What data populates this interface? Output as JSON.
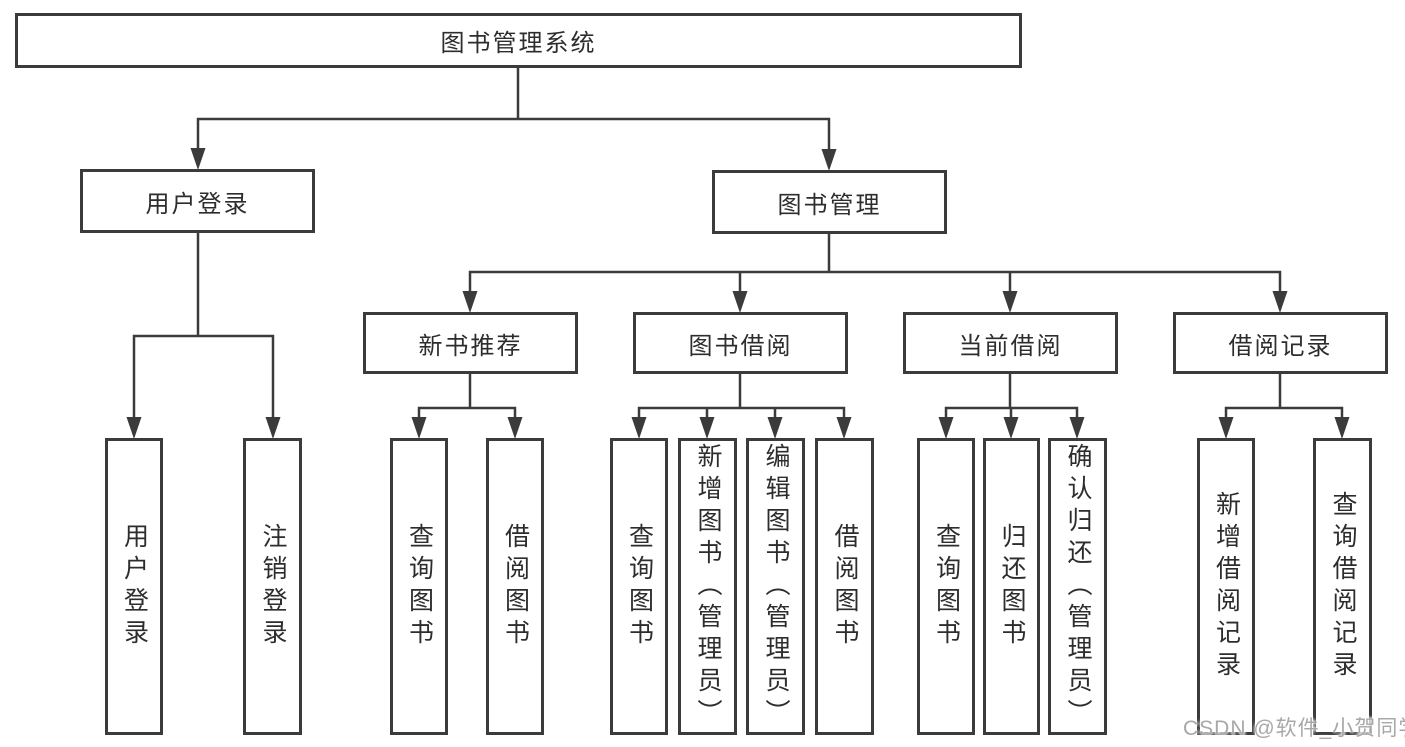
{
  "tree": {
    "root": {
      "label": "图书管理系统"
    },
    "user_login": {
      "label": "用户登录",
      "children": [
        {
          "label": "用户登录"
        },
        {
          "label": "注销登录"
        }
      ]
    },
    "book_management": {
      "label": "图书管理",
      "groups": [
        {
          "label": "新书推荐",
          "children": [
            {
              "label": "查询图书"
            },
            {
              "label": "借阅图书"
            }
          ]
        },
        {
          "label": "图书借阅",
          "children": [
            {
              "label": "查询图书"
            },
            {
              "label": "新增图书（管理员）"
            },
            {
              "label": "编辑图书（管理员）"
            },
            {
              "label": "借阅图书"
            }
          ]
        },
        {
          "label": "当前借阅",
          "children": [
            {
              "label": "查询图书"
            },
            {
              "label": "归还图书"
            },
            {
              "label": "确认归还（管理员）"
            }
          ]
        },
        {
          "label": "借阅记录",
          "children": [
            {
              "label": "新增借阅记录"
            },
            {
              "label": "查询借阅记录"
            }
          ]
        }
      ]
    }
  },
  "watermark": "CSDN @软件_小贺同学",
  "colors": {
    "line": "#3b3b3b",
    "text": "#2d2d2d",
    "watermark": "#a8a8a8",
    "background": "#ffffff"
  }
}
